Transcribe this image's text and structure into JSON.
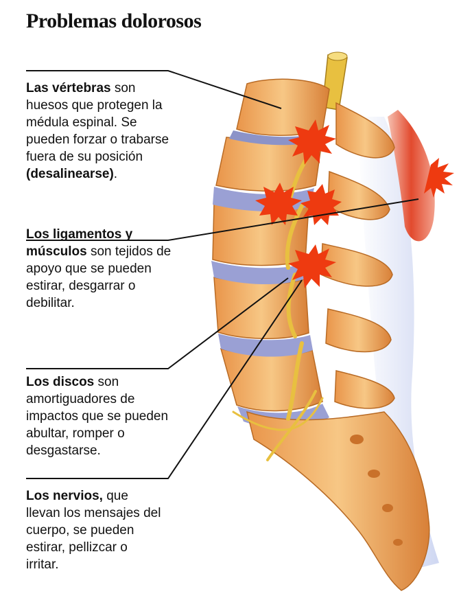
{
  "title": "Problemas dolorosos",
  "callouts": [
    {
      "bold": "Las vértebras",
      "text": " son huesos que protegen la médula espinal. Se pueden forzar o trabarse fuera de su posición ",
      "bold2": "(desalinearse)",
      "tail": "."
    },
    {
      "bold": "Los ligamentos y músculos",
      "text": " son tejidos de apoyo que se pueden estirar, desgarrar o debilitar."
    },
    {
      "bold": "Los discos",
      "text": " son amortiguadores de impactos que se pueden abultar, romper o desgastarse."
    },
    {
      "bold": "Los nervios,",
      "text": " que llevan los mensajes del cuerpo, se pueden estirar, pellizcar o irritar."
    }
  ],
  "colors": {
    "bone": "#f0b060",
    "bone_dark": "#c9712a",
    "disc": "#8c93c8",
    "pain": "#ee3a10",
    "nerve": "#e8c040",
    "muscle": "#e85a40"
  }
}
